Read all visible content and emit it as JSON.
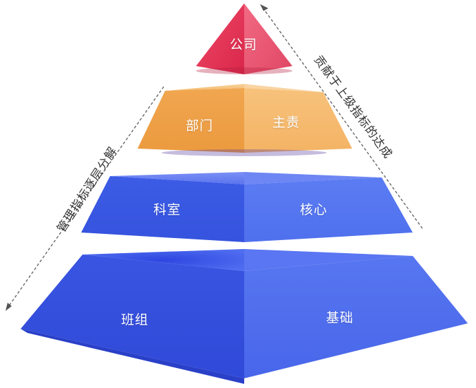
{
  "layers": {
    "top": {
      "label": "公司"
    },
    "second": {
      "left": "部门",
      "right": "主责"
    },
    "third": {
      "left": "科室",
      "right": "核心"
    },
    "base": {
      "left": "班组",
      "right": "基础"
    }
  },
  "side_labels": {
    "left": "管理指标逐层分解",
    "right": "贡献于上级指标的达成"
  },
  "colors": {
    "top": "#e6405f",
    "second": "#f2a652",
    "third": "#3f5fe6",
    "base": "#3a56e0"
  }
}
